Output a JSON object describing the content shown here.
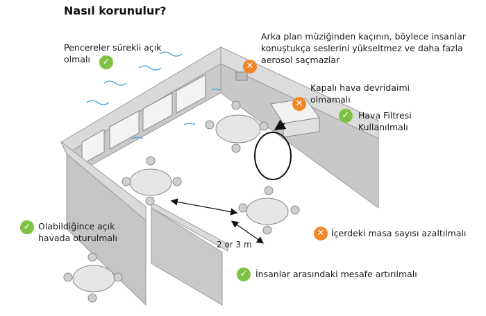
{
  "title": "Nasıl korunulur?",
  "distance_label": "2 or 3 m",
  "colors": {
    "ok": "#7dc242",
    "bad": "#f0882a",
    "wall_top": "#d7d7d7",
    "wall_side": "#c4c4c4",
    "floor": "#ffffff"
  },
  "notes": [
    {
      "id": "windows",
      "status": "ok",
      "icon": "check-icon",
      "lines": [
        "Pencereler sürekli açık",
        "olmalı"
      ]
    },
    {
      "id": "music",
      "status": "bad",
      "icon": "cross-icon",
      "lines": [
        "Arka plan müziğinden kaçının, böylece insanlar",
        "konuştukça seslerini yükseltmez ve daha fazla",
        "aerosol saçmazlar"
      ]
    },
    {
      "id": "recirculation",
      "status": "bad",
      "icon": "cross-icon",
      "lines": [
        "Kapalı hava devridaimi",
        "olmamalı"
      ]
    },
    {
      "id": "filter",
      "status": "ok",
      "icon": "check-icon",
      "lines": [
        "Hava Filtresi",
        "Kullanılmalı"
      ]
    },
    {
      "id": "outdoor",
      "status": "ok",
      "icon": "check-icon",
      "lines": [
        "Olabildiğince açık",
        "havada oturulmalı"
      ]
    },
    {
      "id": "tables",
      "status": "bad",
      "icon": "cross-icon",
      "lines": [
        "İçerdeki masa sayısı azaltılmalı"
      ]
    },
    {
      "id": "distance",
      "status": "ok",
      "icon": "check-icon",
      "lines": [
        "İnsanlar arasındaki mesafe artırılmalı"
      ]
    }
  ]
}
